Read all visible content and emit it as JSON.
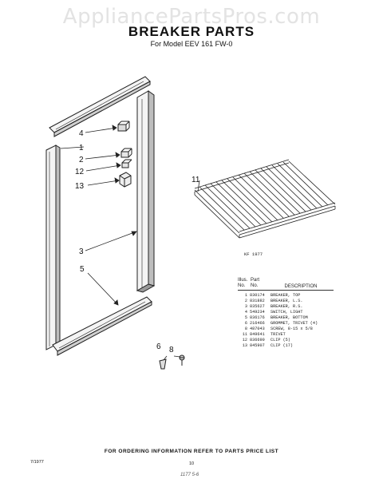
{
  "watermark": "AppliancePartsPros.com",
  "title": "BREAKER PARTS",
  "subtitle": "For Model EEV 161 FW-0",
  "callouts": {
    "c1": "1",
    "c2": "2",
    "c3": "3",
    "c4": "4",
    "c5": "5",
    "c6": "6",
    "c8": "8",
    "c11": "11",
    "c12": "12",
    "c13": "13"
  },
  "shelf_code": "KF 1977",
  "table": {
    "head_illus": "Illus.",
    "head_no": "No.",
    "head_part": "Part",
    "head_part_no": "No.",
    "head_desc": "DESCRIPTION",
    "rows": [
      {
        "no": "1",
        "part": "830174",
        "desc": "BREAKER, TOP"
      },
      {
        "no": "2",
        "part": "831882",
        "desc": "BREAKER, L.S."
      },
      {
        "no": "3",
        "part": "835627",
        "desc": "BREAKER, R.S."
      },
      {
        "no": "4",
        "part": "549234",
        "desc": "SWITCH, LIGHT"
      },
      {
        "no": "5",
        "part": "836176",
        "desc": "BREAKER, BOTTOM"
      },
      {
        "no": "6",
        "part": "216466",
        "desc": "GROMMET, TRIVET (4)"
      },
      {
        "no": "8",
        "part": "487043",
        "desc": "SCREW, 8-15 x 5/8"
      },
      {
        "no": "11",
        "part": "849641",
        "desc": "TRIVET"
      },
      {
        "no": "12",
        "part": "836690",
        "desc": "CLIP (5)"
      },
      {
        "no": "13",
        "part": "845907",
        "desc": "CLIP (17)"
      }
    ]
  },
  "footer": "FOR ORDERING INFORMATION REFER TO PARTS PRICE LIST",
  "page_number": "10",
  "code_left": "7/1977",
  "code_bottom": "1177 5-6"
}
